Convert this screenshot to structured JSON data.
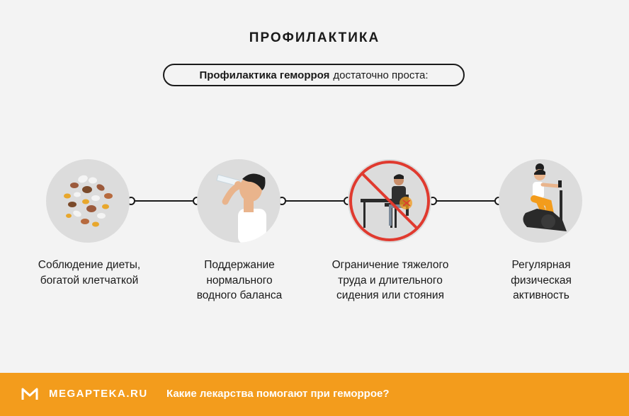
{
  "header": {
    "title": "ПРОФИЛАКТИКА",
    "intro_bold": "Профилактика геморроя",
    "intro_rest": "достаточно проста:"
  },
  "steps": [
    {
      "icon": "beans-icon",
      "caption_lines": [
        "Соблюдение диеты,",
        "богатой клетчаткой"
      ]
    },
    {
      "icon": "drinking-water-icon",
      "caption_lines": [
        "Поддержание",
        "нормального",
        "водного баланса"
      ]
    },
    {
      "icon": "no-prolonged-sitting-icon",
      "caption_lines": [
        "Ограничение тяжелого",
        "труда и длительного",
        "сидения или стояния"
      ]
    },
    {
      "icon": "exercise-bike-icon",
      "caption_lines": [
        "Регулярная",
        "физическая",
        "активность"
      ]
    }
  ],
  "footer": {
    "brand": "MEGAPTEKA.RU",
    "link": "Какие лекарства помогают при геморрое?",
    "background_color": "#f39c1c"
  },
  "colors": {
    "background": "#f3f3f3",
    "circle": "#dcdcdc",
    "accent": "#f39c1c",
    "prohibition": "#e03a2f"
  }
}
